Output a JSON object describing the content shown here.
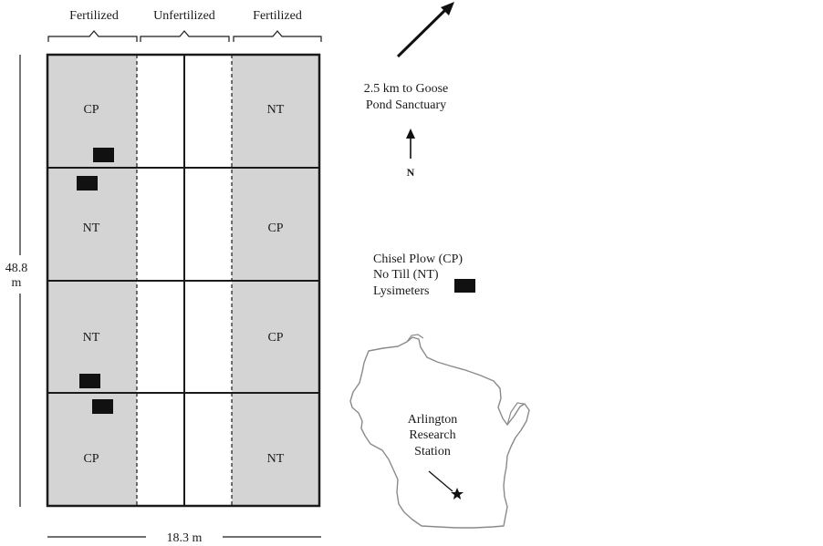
{
  "header": {
    "left_label": "Fertilized",
    "middle_label": "Unfertilized",
    "right_label": "Fertilized"
  },
  "plots": {
    "left_column": [
      "CP",
      "NT",
      "NT",
      "CP"
    ],
    "right_column": [
      "NT",
      "CP",
      "CP",
      "NT"
    ]
  },
  "dimensions": {
    "height_value": "48.8",
    "height_unit": "m",
    "width_label": "18.3 m"
  },
  "direction": {
    "arrow_label_line1": "2.5 km to Goose",
    "arrow_label_line2": "Pond Sanctuary",
    "north_label": "N"
  },
  "legend": {
    "line1": "Chisel Plow (CP)",
    "line2": "No Till (NT)",
    "line3": "Lysimeters"
  },
  "map": {
    "label_line1": "Arlington",
    "label_line2": "Research",
    "label_line3": "Station"
  },
  "colors": {
    "fertilized_fill": "#d4d4d4",
    "line": "#1a1a1a",
    "map_outline": "#8a8a8a"
  }
}
